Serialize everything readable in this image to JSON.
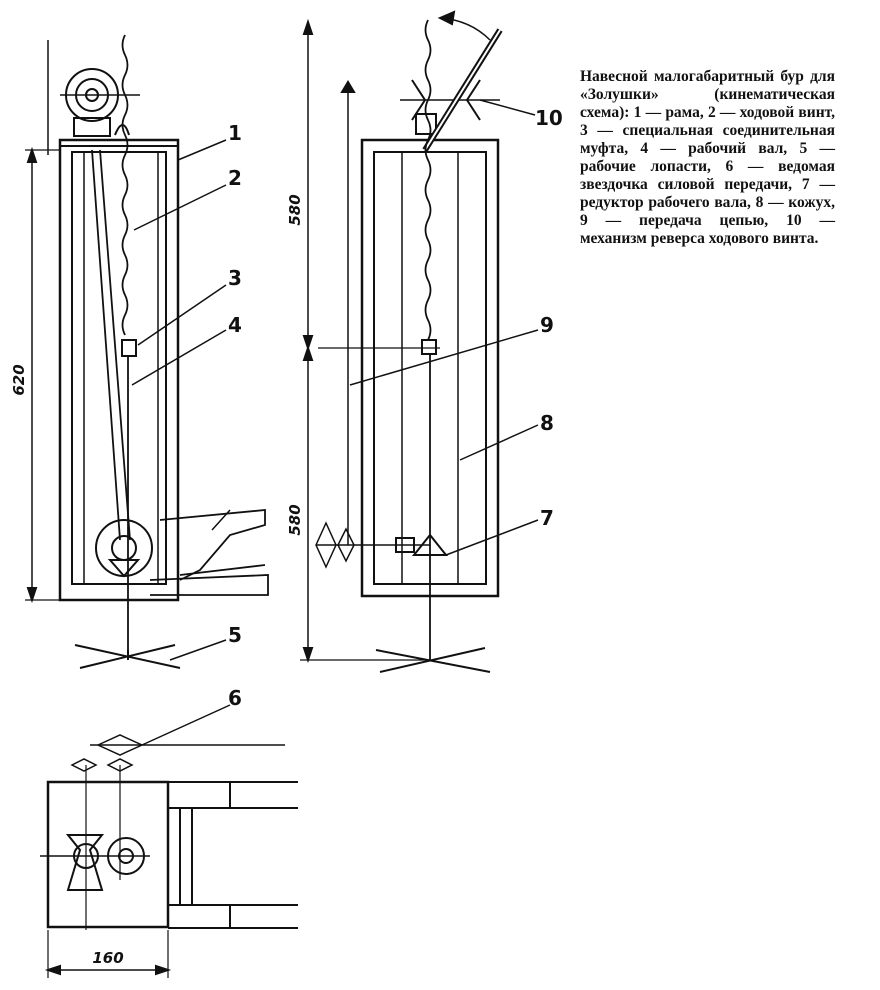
{
  "caption": {
    "title": "Навесной малогабаритный бур для «Золушки» (кинематическая схема):",
    "legend": "1 — рама, 2 — ходовой винт, 3 — специальная соединительная муфта, 4 — рабочий вал, 5 — рабочие лопасти, 6 — ведомая звездочка силовой передачи, 7 — редуктор рабочего вала, 8 — кожух, 9 — передача цепью, 10 — механизм реверса ходового винта."
  },
  "callouts": [
    "1",
    "2",
    "3",
    "4",
    "5",
    "6",
    "7",
    "8",
    "9",
    "10"
  ],
  "dimensions": {
    "left_height": "620",
    "right_upper": "580",
    "right_lower": "580",
    "plan_width": "160"
  }
}
